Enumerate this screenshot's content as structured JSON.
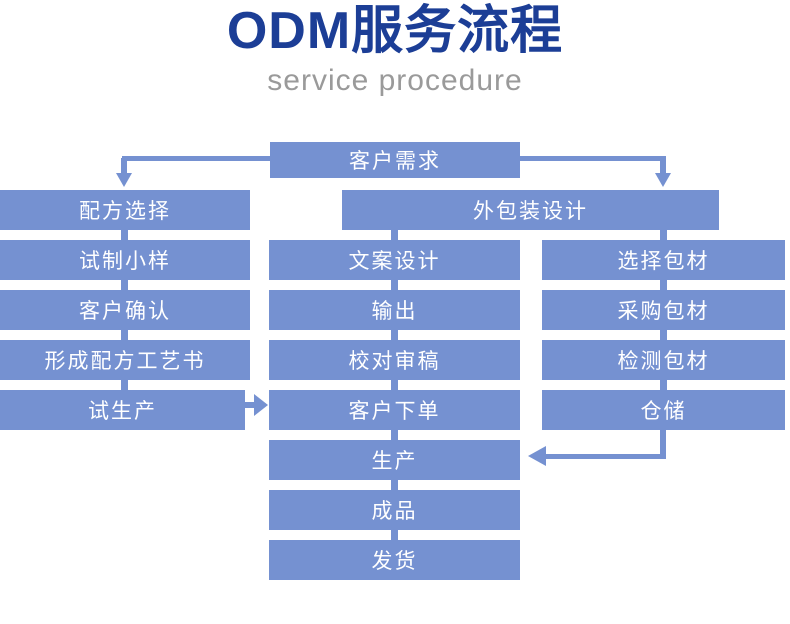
{
  "page": {
    "title": "ODM服务流程",
    "subtitle": "service procedure"
  },
  "colors": {
    "box": "#7591d1",
    "title": "#1c3e96",
    "subtitle": "#9a9a9a",
    "node_text": "#ffffff"
  },
  "flow": {
    "root": "客户需求",
    "packaging_header": "外包装设计",
    "left": [
      "配方选择",
      "试制小样",
      "客户确认",
      "形成配方工艺书",
      "试生产"
    ],
    "middle": [
      "文案设计",
      "输出",
      "校对审稿",
      "客户下单",
      "生产",
      "成品",
      "发货"
    ],
    "right": [
      "选择包材",
      "采购包材",
      "检测包材",
      "仓储"
    ]
  }
}
